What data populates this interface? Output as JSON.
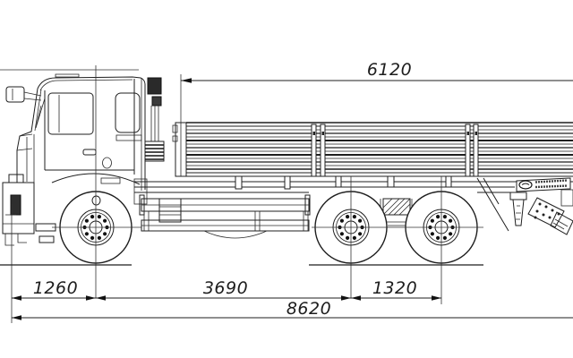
{
  "drawing": {
    "subject": "flatbed-truck-side-view",
    "background": "#ffffff",
    "line_color": "#1f1f1f",
    "dimensions": {
      "bed_length": "6120",
      "front_overhang": "1260",
      "wheelbase": "3690",
      "rear_bogie_spacing": "1320",
      "overall_length": "8620"
    }
  }
}
